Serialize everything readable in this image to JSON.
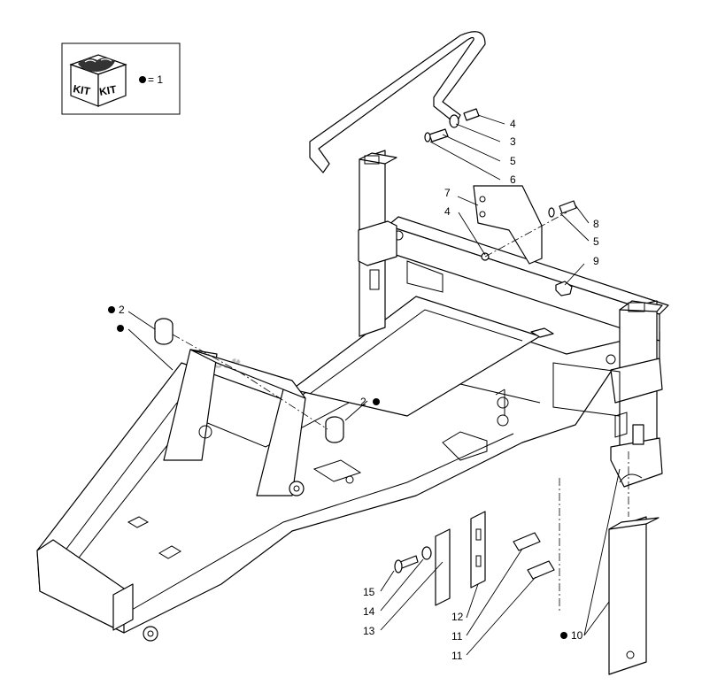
{
  "watermark": "AutoSoft",
  "kit_legend": {
    "box_text_left": "KIT",
    "box_text_right": "KIT",
    "legend_text": "= 1"
  },
  "callouts": [
    {
      "id": "c4a",
      "label": "4",
      "kit": false
    },
    {
      "id": "c3",
      "label": "3",
      "kit": false
    },
    {
      "id": "c5a",
      "label": "5",
      "kit": false
    },
    {
      "id": "c6",
      "label": "6",
      "kit": false
    },
    {
      "id": "c7",
      "label": "7",
      "kit": false
    },
    {
      "id": "c4b",
      "label": "4",
      "kit": false
    },
    {
      "id": "c8",
      "label": "8",
      "kit": false
    },
    {
      "id": "c5b",
      "label": "5",
      "kit": false
    },
    {
      "id": "c9",
      "label": "9",
      "kit": false
    },
    {
      "id": "c2a",
      "label": "2",
      "kit": true
    },
    {
      "id": "c2b",
      "label": "2",
      "kit": true
    },
    {
      "id": "c15",
      "label": "15",
      "kit": false
    },
    {
      "id": "c14",
      "label": "14",
      "kit": false
    },
    {
      "id": "c13",
      "label": "13",
      "kit": false
    },
    {
      "id": "c12",
      "label": "12",
      "kit": false
    },
    {
      "id": "c11a",
      "label": "11",
      "kit": false
    },
    {
      "id": "c11b",
      "label": "11",
      "kit": false
    },
    {
      "id": "c10",
      "label": "10",
      "kit": true
    }
  ]
}
